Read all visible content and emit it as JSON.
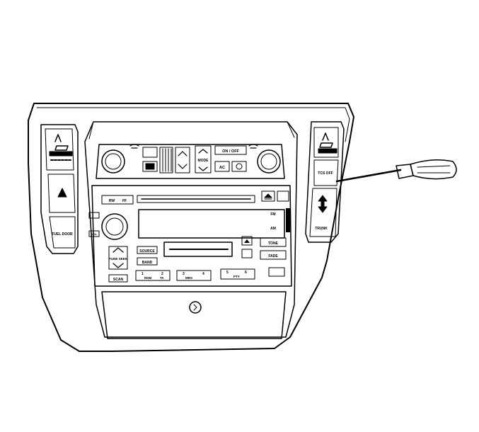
{
  "left_panel": {
    "fuel_door_label": "FUEL DOOR"
  },
  "right_panel": {
    "tcs_off_label": "TCS OFF",
    "trunk_label": "TRUNK"
  },
  "climate": {
    "mode_label": "MODE",
    "on_off_label": "ON / OFF",
    "ac_label": "AC"
  },
  "radio": {
    "rw_label": "RW",
    "ff_label": "FF",
    "fm_label": "FM",
    "am_label": "AM",
    "vol_label": "VOL",
    "tune_label": "TUNE SEEK",
    "source_label": "SOURCE",
    "band_label": "BAND",
    "scan_label": "SCAN",
    "tone_label": "TONE",
    "fade_label": "FADE",
    "rdm_label": "RDM",
    "ta_label": "TA",
    "mrs_label": "MRS",
    "pty_label": "PTY",
    "preset_1": "1",
    "preset_2": "2",
    "preset_3": "3",
    "preset_4": "4",
    "preset_5": "5",
    "preset_6": "6"
  },
  "colors": {
    "line": "#000000",
    "fill": "#ffffff"
  }
}
